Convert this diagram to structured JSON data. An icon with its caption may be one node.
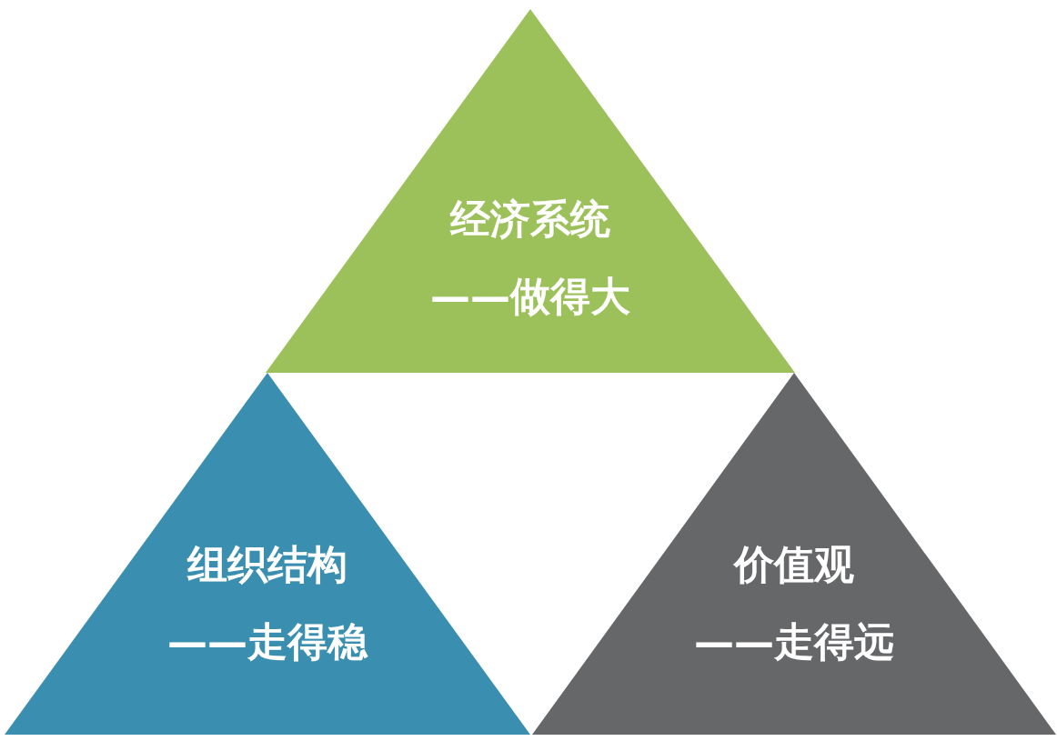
{
  "diagram": {
    "nodes": [
      {
        "text": [
          "经济系统",
          "——做得大"
        ]
      },
      {
        "text": [
          "组织结构",
          "——走得稳"
        ]
      },
      {
        "text": [
          "价值观",
          "——走得远"
        ]
      }
    ]
  }
}
